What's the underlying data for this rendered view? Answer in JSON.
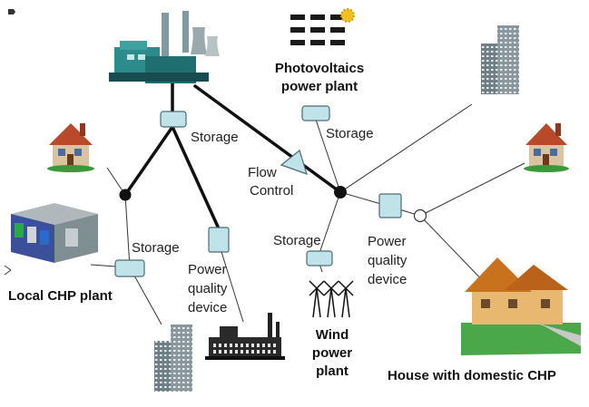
{
  "labels": {
    "photovoltaics": [
      "Photovoltaics",
      "power plant"
    ],
    "local_chp": "Local CHP plant",
    "wind": [
      "Wind",
      "power",
      "plant"
    ],
    "house_chp": "House with domestic CHP",
    "storage": "Storage",
    "flow_control": [
      "Flow",
      "Control"
    ],
    "power_quality": [
      "Power",
      "quality",
      "device"
    ]
  },
  "icons": {
    "power_station": "power-station-icon",
    "solar_panels": "solar-panel-icon",
    "houses": "house-icon",
    "apartment": "apartment-building-icon",
    "container_chp": "container-chp-icon",
    "factory": "factory-icon",
    "wind_turbines": "wind-turbine-icon",
    "large_house": "large-house-icon"
  }
}
